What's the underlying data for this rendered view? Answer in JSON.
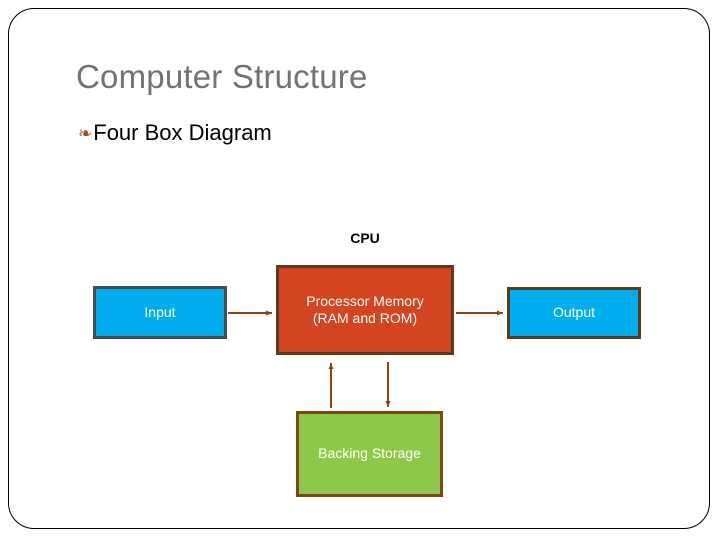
{
  "slide": {
    "title": "Computer Structure",
    "subtitle_bullet": "❧",
    "subtitle": "Four Box Diagram",
    "title_color": "#767171",
    "bullet_color": "#A0522D",
    "background": "#ffffff",
    "frame_color": "#000000"
  },
  "diagram": {
    "type": "block-flow-diagram",
    "group_label": "CPU",
    "nodes": [
      {
        "id": "input",
        "label": "Input",
        "fill": "#00AEEF",
        "border": "#4A4A48",
        "text_color": "#FFFFFF"
      },
      {
        "id": "processor",
        "label": "Processor Memory\n(RAM and ROM)",
        "line1": "Processor Memory",
        "line2": "(RAM and ROM)",
        "fill": "#D2451E",
        "border": "#5B3A1E",
        "text_color": "#FFFFFF"
      },
      {
        "id": "output",
        "label": "Output",
        "fill": "#00AEEF",
        "border": "#5B3A1E",
        "text_color": "#FFFFFF"
      },
      {
        "id": "backing-storage",
        "label": "Backing Storage",
        "fill": "#8DC84B",
        "border": "#7B4A12",
        "text_color": "#FFFFFF"
      }
    ],
    "connectors": [
      {
        "id": "input-to-processor",
        "from": "input",
        "to": "processor",
        "direction": "right",
        "color": "#8B4513"
      },
      {
        "id": "processor-to-output",
        "from": "processor",
        "to": "output",
        "direction": "right",
        "color": "#8B4513"
      },
      {
        "id": "backing-to-processor",
        "from": "backing-storage",
        "to": "processor",
        "direction": "up",
        "color": "#8B4513"
      },
      {
        "id": "processor-to-backing",
        "from": "processor",
        "to": "backing-storage",
        "direction": "down",
        "color": "#8B4513"
      }
    ]
  }
}
